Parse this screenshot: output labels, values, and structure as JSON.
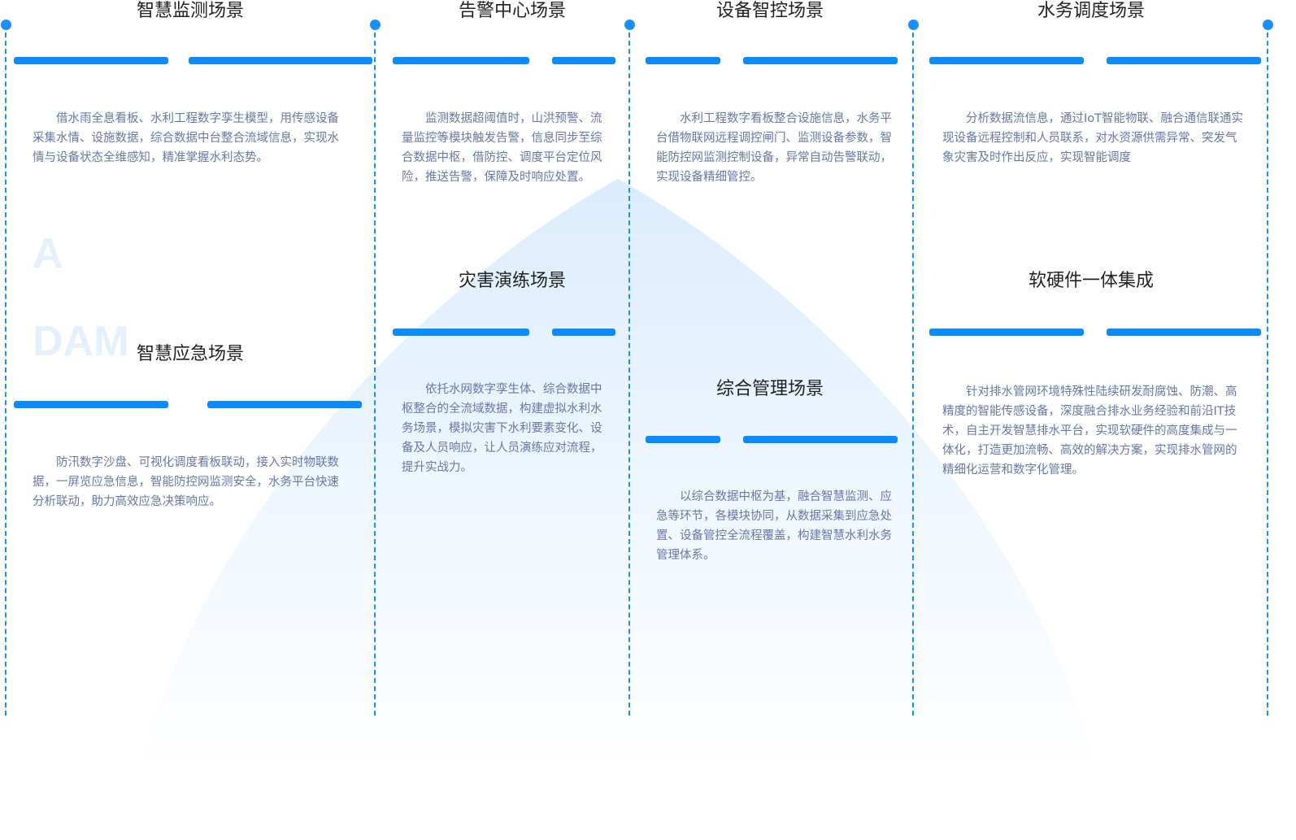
{
  "watermark": {
    "line1": "A",
    "line2": "DAM"
  },
  "sections": [
    {
      "title": "智慧监测场景",
      "text": "借水雨全息看板、水利工程数字孪生模型，用传感设备采集水情、设施数据，综合数据中台整合流域信息，实现水情与设备状态全维感知，精准掌握水利态势。"
    },
    {
      "title": "智慧应急场景",
      "text": "防汛数字沙盘、可视化调度看板联动，接入实时物联数据，一屏览应急信息，智能防控网监测安全，水务平台快速分析联动，助力高效应急决策响应。"
    },
    {
      "title": "告警中心场景",
      "text": "监测数据超阈值时，山洪预警、流量监控等模块触发告警，信息同步至综合数据中枢，借防控、调度平台定位风险，推送告警，保障及时响应处置。"
    },
    {
      "title": "灾害演练场景",
      "text": "依托水网数字孪生体、综合数据中枢整合的全流域数据，构建虚拟水利水务场景，模拟灾害下水利要素变化、设备及人员响应，让人员演练应对流程，提升实战力。"
    },
    {
      "title": "设备智控场景",
      "text": "水利工程数字看板整合设施信息，水务平台借物联网远程调控闸门、监测设备参数，智能防控网监测控制设备，异常自动告警联动，实现设备精细管控。"
    },
    {
      "title": "综合管理场景",
      "text": "以综合数据中枢为基，融合智慧监测、应急等环节，各模块协同，从数据采集到应急处置、设备管控全流程覆盖，构建智慧水利水务管理体系。"
    },
    {
      "title": "水务调度场景",
      "text": "分析数据流信息，通过IoT智能物联、融合通信联通实现设备远程控制和人员联系，对水资源供需异常、突发气象灾害及时作出反应，实现智能调度"
    },
    {
      "title": "软硬件一体集成",
      "text": "针对排水管网环境特殊性陆续研发耐腐蚀、防潮、高精度的智能传感设备，深度融合排水业务经验和前沿IT技术，自主开发智慧排水平台，实现软硬件的高度集成与一体化，打造更加流畅、高效的解决方案，实现排水管网的精细化运营和数字化管理。"
    }
  ],
  "colors": {
    "accent": "#0a8cff",
    "text": "#6877a8"
  }
}
